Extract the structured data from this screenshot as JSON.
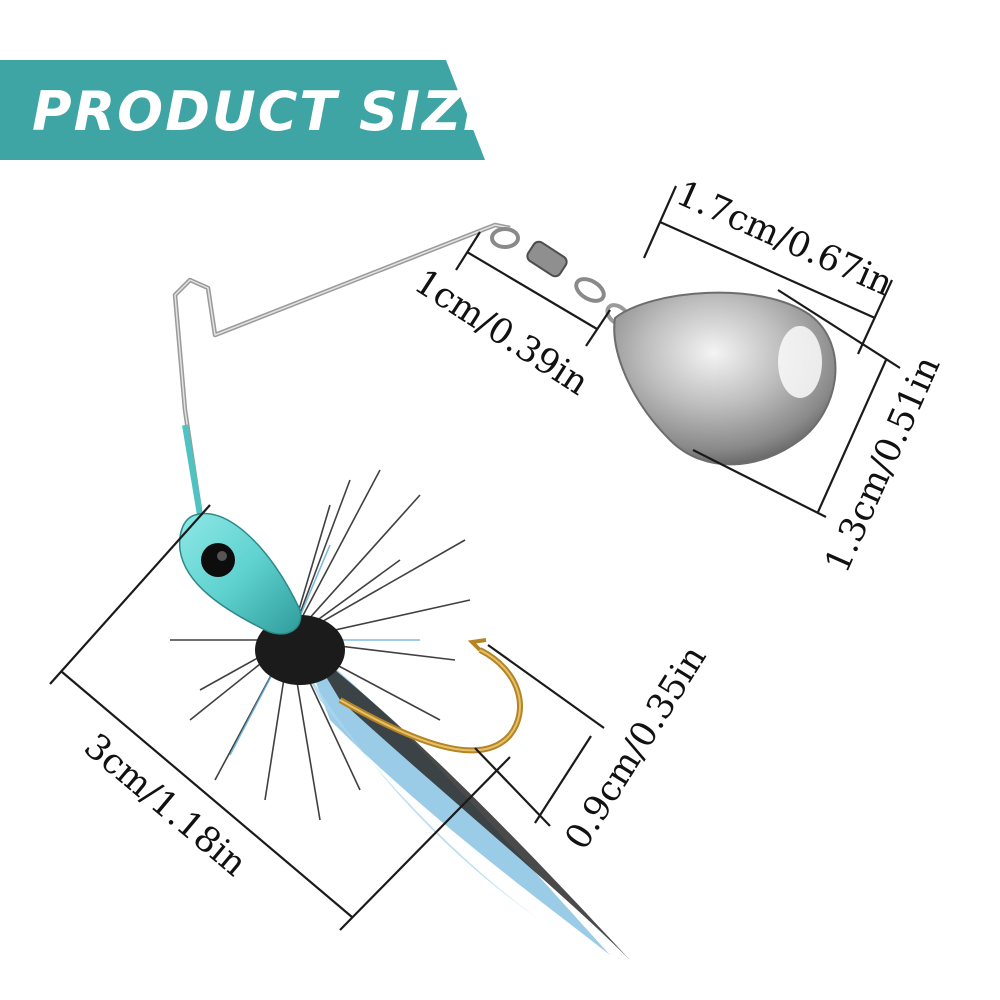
{
  "banner": {
    "title": "PRODUCT SIZE",
    "color": "#3fa4a4"
  },
  "dimensions": {
    "blade_width": "1.7cm/0.67in",
    "swivel_length": "1cm/0.39in",
    "blade_height": "1.3cm/0.51in",
    "lure_length": "3cm/1.18in",
    "hook_gap": "0.9cm/0.35in"
  },
  "colors": {
    "head": "#5fd2d0",
    "blade": "#c9c9c9",
    "hook": "#c9962e",
    "feather_blue": "#8fc7e6"
  }
}
